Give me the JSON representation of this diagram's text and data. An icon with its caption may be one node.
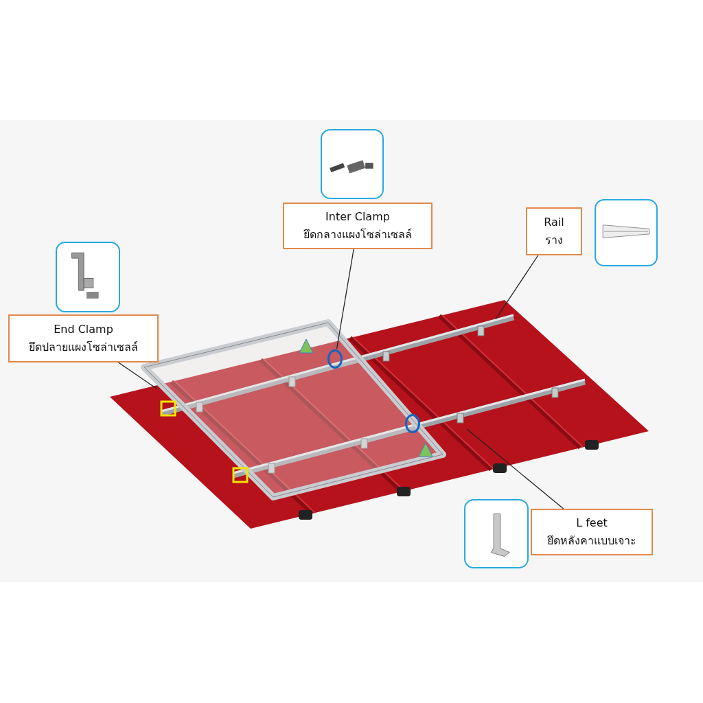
{
  "diagram": {
    "nodes": [
      {
        "text": [],
        "shape": "picture"
      },
      {
        "text": [
          "Inter Clamp",
          "ยึดกลางแผงโซล่าเซลล์"
        ]
      },
      {
        "text": [
          "Rail",
          "ราง"
        ]
      },
      {
        "text": [],
        "shape": "picture"
      },
      {
        "text": [],
        "shape": "picture"
      },
      {
        "text": [
          "End Clamp",
          "ยึดปลายแผงโซล่าเซลล์"
        ]
      },
      {
        "text": [],
        "shape": "circle"
      },
      {
        "text": [],
        "shape": "circle"
      },
      {
        "text": [],
        "shape": "picture"
      },
      {
        "text": [
          "L feet",
          "ยึดหลังคาแบบเจาะ"
        ]
      }
    ],
    "edges": [
      {
        "from": 1,
        "to": 6,
        "arrow": "none"
      },
      {
        "from": 2,
        "to": null,
        "arrow": "none"
      },
      {
        "from": 5,
        "to": null,
        "arrow": "none"
      },
      {
        "from": 9,
        "to": null,
        "arrow": "none"
      }
    ]
  }
}
